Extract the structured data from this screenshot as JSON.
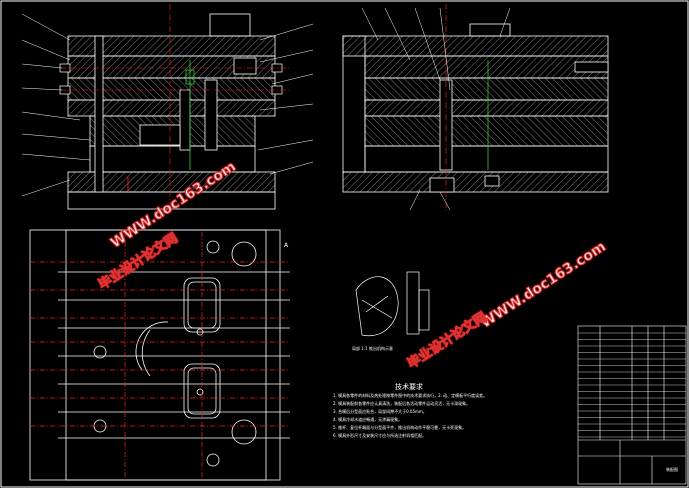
{
  "drawing": {
    "colors": {
      "background": "#000000",
      "line": "#ffffff",
      "center_line": "#ff2020",
      "hatch": "#9a9a9a",
      "accent_green": "#30d030",
      "watermark_stroke": "#dd3333"
    },
    "view_marker": "A",
    "technical_requirements": {
      "title": "技术要求",
      "notes": [
        "1. 模具各零件的材料及热处理按零件图中的技术要求执行，2. 动、定模板平行度误差。",
        "2. 模具装配前各零件应认真清洗，装配后各活动零件运动灵活，无卡滞现象。",
        "3. 合模后分型面应贴合，局部间隙不大于0.05mm。",
        "4. 模具冷却水道应畅通，无渗漏现象。",
        "5. 推杆、复位杆端面与分型面平齐，推出机构动作平稳可靠，无卡死现象。",
        "6. 模具外形尺寸及安装尺寸应与所选注射机相匹配。"
      ]
    },
    "detail_label": "局部 1:1 推出机构示意",
    "title_block_name": "装配图",
    "watermarks": {
      "left_site": "WWW.doc163.com",
      "left_cn": "毕业设计论文网",
      "right_site": "WWW.doc163.com",
      "right_cn": "毕业设计论文网"
    }
  }
}
